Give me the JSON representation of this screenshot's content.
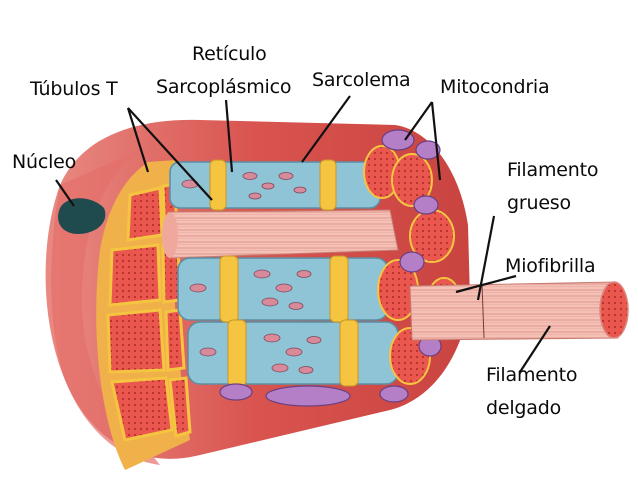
{
  "labels": {
    "reticulo_line1": "Retículo",
    "reticulo_line2": "Sarcoplásmico",
    "tubulos": "Túbulos T",
    "sarcolema": "Sarcolema",
    "mitocondria": "Mitocondria",
    "nucleo": "Núcleo",
    "filamento_grueso_line1": "Filamento",
    "filamento_grueso_line2": "grueso",
    "miofibrilla": "Miofibrilla",
    "filamento_delgado_line1": "Filamento",
    "filamento_delgado_line2": "delgado"
  },
  "colors": {
    "background": "#ffffff",
    "sarcolemma_red": "#d9534f",
    "sarcolemma_pink": "#f2b3ad",
    "reticulum_blue": "#8fc4d6",
    "tubule_yellow": "#f5c542",
    "myofibril_pink": "#f7c9c0",
    "mitochondria_purple": "#b57fc7",
    "nucleus": "#1f4b4f",
    "text": "#0a0a0a"
  }
}
